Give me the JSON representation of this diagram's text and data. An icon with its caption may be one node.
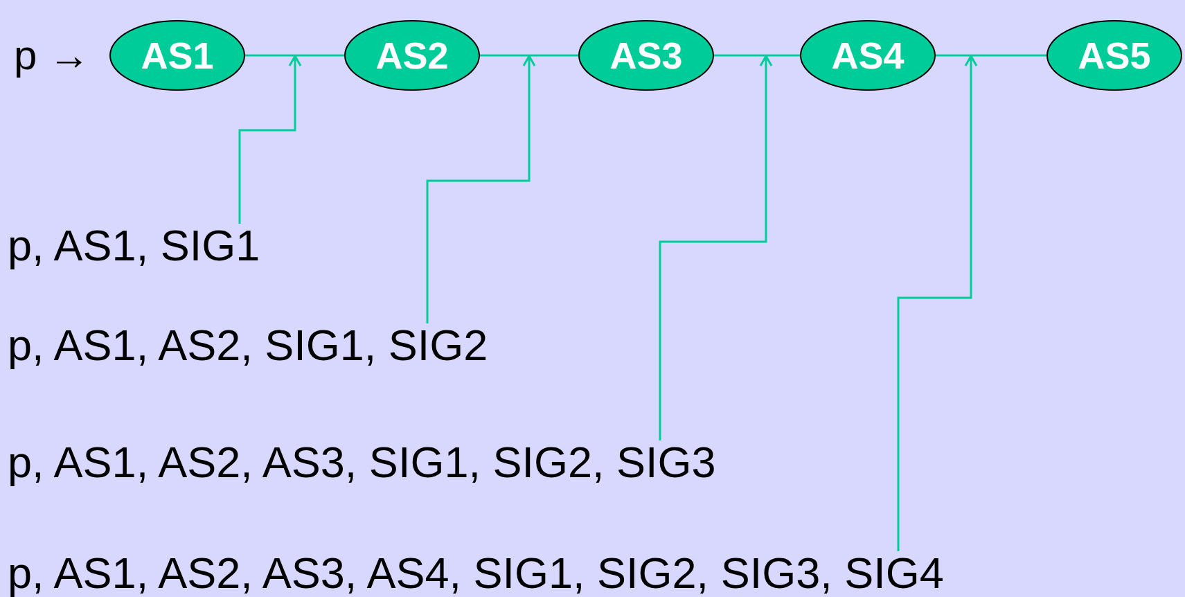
{
  "diagram": {
    "nodes": [
      {
        "text": [
          "AS1"
        ],
        "beside": [
          "p →"
        ]
      },
      {
        "text": [
          "AS2"
        ]
      },
      {
        "text": [
          "AS3"
        ]
      },
      {
        "text": [
          "AS4"
        ]
      },
      {
        "text": [
          "AS5"
        ]
      },
      {
        "text": [
          "p, AS1, SIG1"
        ]
      },
      {
        "text": [
          "p, AS1, AS2, SIG1, SIG2"
        ]
      },
      {
        "text": [
          "p, AS1, AS2, AS3, SIG1, SIG2, SIG3"
        ]
      },
      {
        "text": [
          "p, AS1, AS2, AS3, AS4, SIG1, SIG2, SIG3, SIG4"
        ]
      }
    ],
    "edges": [
      {
        "from": 0,
        "to": 1,
        "arrow": "none"
      },
      {
        "from": 1,
        "to": 2,
        "arrow": "none"
      },
      {
        "from": 2,
        "to": 3,
        "arrow": "none"
      },
      {
        "from": 3,
        "to": 4,
        "arrow": "none"
      },
      {
        "from": 5,
        "to": null,
        "arrow": "to"
      },
      {
        "from": 6,
        "to": null,
        "arrow": "to"
      },
      {
        "from": 7,
        "to": null,
        "arrow": "to"
      },
      {
        "from": 8,
        "to": null,
        "arrow": "to"
      }
    ]
  }
}
